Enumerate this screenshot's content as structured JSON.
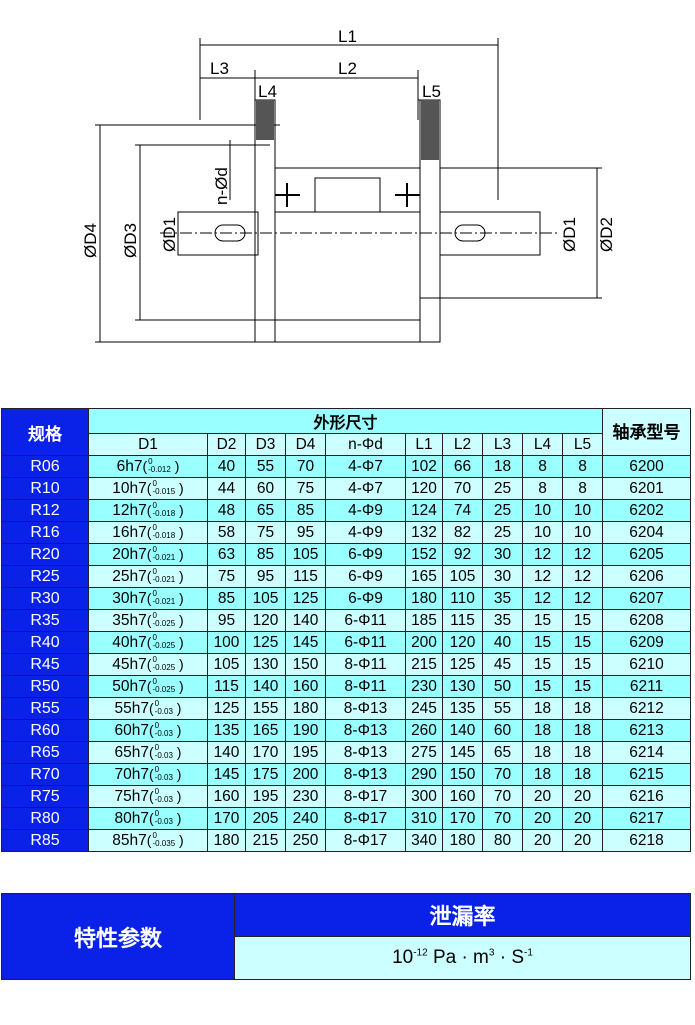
{
  "drawing": {
    "labels": {
      "L1": "L1",
      "L2": "L2",
      "L3": "L3",
      "L4": "L4",
      "L5": "L5",
      "nd": "n-Ød",
      "D1_left": "ØD1",
      "D1_right": "ØD1",
      "D2": "ØD2",
      "D3": "ØD3",
      "D4": "ØD4"
    }
  },
  "spec_table": {
    "headers": {
      "code": "规格",
      "group": "外形尺寸",
      "bearing": "轴承型号",
      "cols": [
        "D1",
        "D2",
        "D3",
        "D4",
        "n-Φd",
        "L1",
        "L2",
        "L3",
        "L4",
        "L5"
      ]
    },
    "rows": [
      {
        "code": "R06",
        "d1": "6h7",
        "tu": "0",
        "tl": "-0.012",
        "d2": "40",
        "d3": "55",
        "d4": "70",
        "nd": "4-Φ7",
        "l1": "102",
        "l2": "66",
        "l3": "18",
        "l4": "8",
        "l5": "8",
        "bearing": "6200"
      },
      {
        "code": "R10",
        "d1": "10h7",
        "tu": "0",
        "tl": "-0.015",
        "d2": "44",
        "d3": "60",
        "d4": "75",
        "nd": "4-Φ7",
        "l1": "120",
        "l2": "70",
        "l3": "25",
        "l4": "8",
        "l5": "8",
        "bearing": "6201"
      },
      {
        "code": "R12",
        "d1": "12h7",
        "tu": "0",
        "tl": "-0.018",
        "d2": "48",
        "d3": "65",
        "d4": "85",
        "nd": "4-Φ9",
        "l1": "124",
        "l2": "74",
        "l3": "25",
        "l4": "10",
        "l5": "10",
        "bearing": "6202"
      },
      {
        "code": "R16",
        "d1": "16h7",
        "tu": "0",
        "tl": "-0.018",
        "d2": "58",
        "d3": "75",
        "d4": "95",
        "nd": "4-Φ9",
        "l1": "132",
        "l2": "82",
        "l3": "25",
        "l4": "10",
        "l5": "10",
        "bearing": "6204"
      },
      {
        "code": "R20",
        "d1": "20h7",
        "tu": "0",
        "tl": "-0.021",
        "d2": "63",
        "d3": "85",
        "d4": "105",
        "nd": "6-Φ9",
        "l1": "152",
        "l2": "92",
        "l3": "30",
        "l4": "12",
        "l5": "12",
        "bearing": "6205"
      },
      {
        "code": "R25",
        "d1": "25h7",
        "tu": "0",
        "tl": "-0.021",
        "d2": "75",
        "d3": "95",
        "d4": "115",
        "nd": "6-Φ9",
        "l1": "165",
        "l2": "105",
        "l3": "30",
        "l4": "12",
        "l5": "12",
        "bearing": "6206"
      },
      {
        "code": "R30",
        "d1": "30h7",
        "tu": "0",
        "tl": "-0.021",
        "d2": "85",
        "d3": "105",
        "d4": "125",
        "nd": "6-Φ9",
        "l1": "180",
        "l2": "110",
        "l3": "35",
        "l4": "12",
        "l5": "12",
        "bearing": "6207"
      },
      {
        "code": "R35",
        "d1": "35h7",
        "tu": "0",
        "tl": "-0.025",
        "d2": "95",
        "d3": "120",
        "d4": "140",
        "nd": "6-Φ11",
        "l1": "185",
        "l2": "115",
        "l3": "35",
        "l4": "15",
        "l5": "15",
        "bearing": "6208"
      },
      {
        "code": "R40",
        "d1": "40h7",
        "tu": "0",
        "tl": "-0.025",
        "d2": "100",
        "d3": "125",
        "d4": "145",
        "nd": "6-Φ11",
        "l1": "200",
        "l2": "120",
        "l3": "40",
        "l4": "15",
        "l5": "15",
        "bearing": "6209"
      },
      {
        "code": "R45",
        "d1": "45h7",
        "tu": "0",
        "tl": "-0.025",
        "d2": "105",
        "d3": "130",
        "d4": "150",
        "nd": "8-Φ11",
        "l1": "215",
        "l2": "125",
        "l3": "45",
        "l4": "15",
        "l5": "15",
        "bearing": "6210"
      },
      {
        "code": "R50",
        "d1": "50h7",
        "tu": "0",
        "tl": "-0.025",
        "d2": "115",
        "d3": "140",
        "d4": "160",
        "nd": "8-Φ11",
        "l1": "230",
        "l2": "130",
        "l3": "50",
        "l4": "15",
        "l5": "15",
        "bearing": "6211"
      },
      {
        "code": "R55",
        "d1": "55h7",
        "tu": "0",
        "tl": "-0.03",
        "d2": "125",
        "d3": "155",
        "d4": "180",
        "nd": "8-Φ13",
        "l1": "245",
        "l2": "135",
        "l3": "55",
        "l4": "18",
        "l5": "18",
        "bearing": "6212"
      },
      {
        "code": "R60",
        "d1": "60h7",
        "tu": "0",
        "tl": "-0.03",
        "d2": "135",
        "d3": "165",
        "d4": "190",
        "nd": "8-Φ13",
        "l1": "260",
        "l2": "140",
        "l3": "60",
        "l4": "18",
        "l5": "18",
        "bearing": "6213"
      },
      {
        "code": "R65",
        "d1": "65h7",
        "tu": "0",
        "tl": "-0.03",
        "d2": "140",
        "d3": "170",
        "d4": "195",
        "nd": "8-Φ13",
        "l1": "275",
        "l2": "145",
        "l3": "65",
        "l4": "18",
        "l5": "18",
        "bearing": "6214"
      },
      {
        "code": "R70",
        "d1": "70h7",
        "tu": "0",
        "tl": "-0.03",
        "d2": "145",
        "d3": "175",
        "d4": "200",
        "nd": "8-Φ13",
        "l1": "290",
        "l2": "150",
        "l3": "70",
        "l4": "18",
        "l5": "18",
        "bearing": "6215"
      },
      {
        "code": "R75",
        "d1": "75h7",
        "tu": "0",
        "tl": "-0.03",
        "d2": "160",
        "d3": "195",
        "d4": "230",
        "nd": "8-Φ17",
        "l1": "300",
        "l2": "160",
        "l3": "70",
        "l4": "20",
        "l5": "20",
        "bearing": "6216"
      },
      {
        "code": "R80",
        "d1": "80h7",
        "tu": "0",
        "tl": "-0.03",
        "d2": "170",
        "d3": "205",
        "d4": "240",
        "nd": "8-Φ17",
        "l1": "310",
        "l2": "170",
        "l3": "70",
        "l4": "20",
        "l5": "20",
        "bearing": "6217"
      },
      {
        "code": "R85",
        "d1": "85h7",
        "tu": "0",
        "tl": "-0.035",
        "d2": "180",
        "d3": "215",
        "d4": "250",
        "nd": "8-Φ17",
        "l1": "340",
        "l2": "180",
        "l3": "80",
        "l4": "20",
        "l5": "20",
        "bearing": "6218"
      }
    ]
  },
  "params": {
    "label": "特性参数",
    "header": "泄漏率",
    "value_base": "10",
    "value_exp": "-12",
    "unit_pa": "Pa · m",
    "unit_m_exp": "3",
    "unit_s": " · S",
    "unit_s_exp": "-1"
  }
}
